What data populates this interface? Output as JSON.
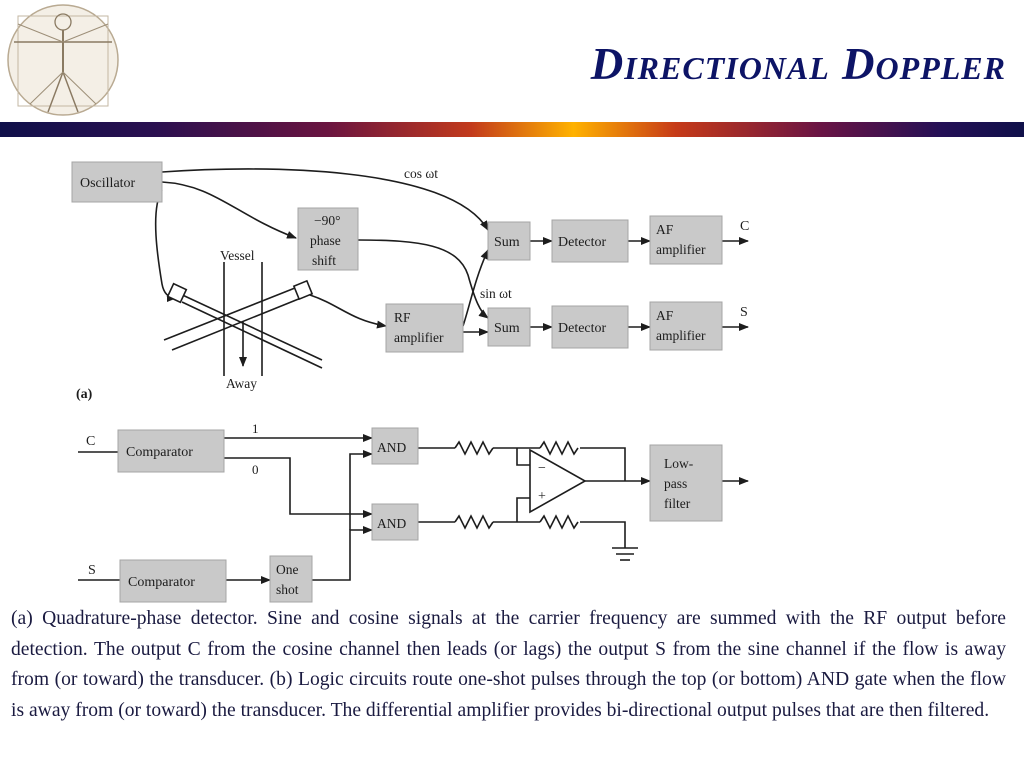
{
  "slide": {
    "title": "Directional Doppler",
    "caption": "(a) Quadrature-phase detector. Sine and cosine signals at the carrier frequency are summed with the RF output before detection. The output C from the cosine channel then leads (or lags) the output S from the sine channel if the flow is away from (or toward) the transducer. (b) Logic circuits route one-shot pulses through the top (or bottom) AND gate when the flow is away from (or toward) the transducer. The differential amplifier provides bi-directional output pulses that are then filtered."
  },
  "diagram_a": {
    "panel_label": "(a)",
    "oscillator": "Oscillator",
    "phase_shift": [
      "−90°",
      "phase",
      "shift"
    ],
    "sum_top": "Sum",
    "sum_bottom": "Sum",
    "detector_top": "Detector",
    "detector_bottom": "Detector",
    "af_top": [
      "AF",
      "amplifier"
    ],
    "af_bottom": [
      "AF",
      "amplifier"
    ],
    "rf_amp": [
      "RF",
      "amplifier"
    ],
    "vessel": "Vessel",
    "away": "Away",
    "cos_label": "cos ωt",
    "sin_label": "sin ωt",
    "out_c": "C",
    "out_s": "S"
  },
  "diagram_b": {
    "in_c": "C",
    "in_s": "S",
    "comparator_top": "Comparator",
    "comparator_bottom": "Comparator",
    "one": "1",
    "zero": "0",
    "and_top": "AND",
    "and_bottom": "AND",
    "one_shot": [
      "One",
      "shot"
    ],
    "minus": "−",
    "plus": "+",
    "lowpass": [
      "Low-",
      "pass",
      "filter"
    ]
  },
  "colors": {
    "title": "#0d1466",
    "box_fill": "#c9c9c9",
    "text": "#1a1a40"
  },
  "icons": [
    "vitruvian-man-logo",
    "resistor-symbol",
    "ground-symbol",
    "op-amp-symbol"
  ]
}
